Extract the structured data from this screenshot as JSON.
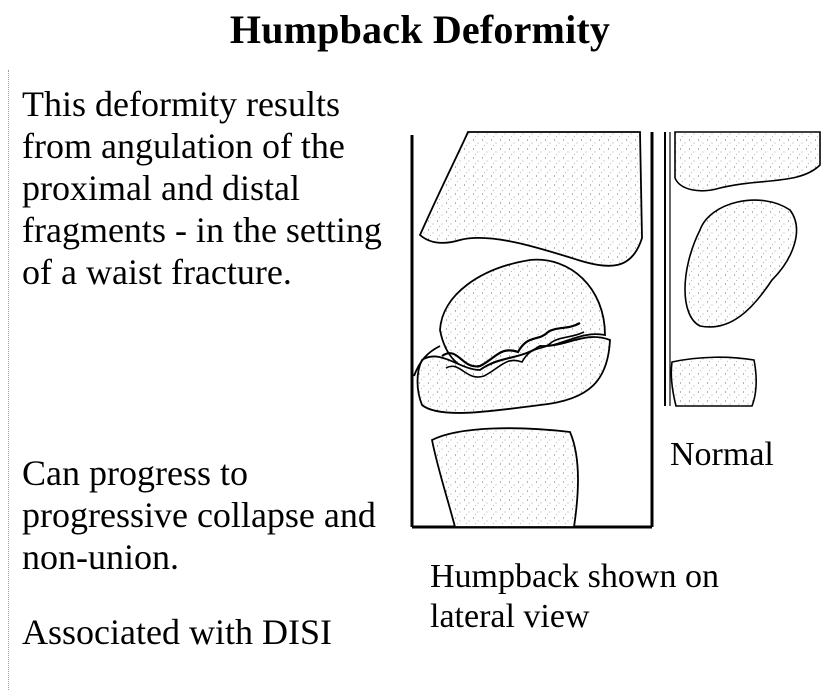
{
  "slide": {
    "title": "Humpback Deformity",
    "paragraphs": {
      "description": "This deformity results from angulation of the proximal and distal fragments - in the setting of a waist fracture.",
      "progression": "Can progress to progressive collapse and non-union.",
      "association": "Associated with DISI"
    }
  },
  "figure": {
    "label_normal": "Normal",
    "caption_humpback": "Humpback shown on lateral view"
  }
}
